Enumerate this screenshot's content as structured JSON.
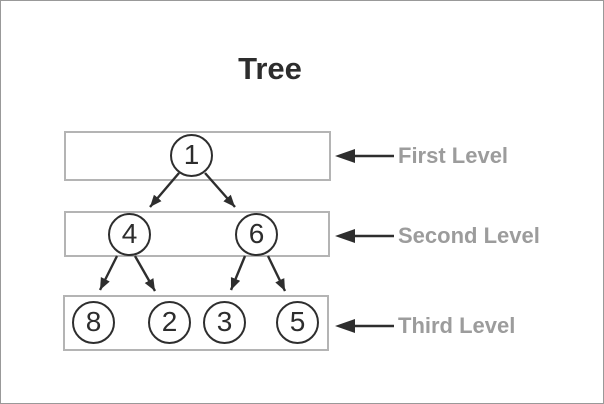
{
  "title": "Tree",
  "levels": [
    {
      "label": "First Level",
      "nodes": [
        "1"
      ]
    },
    {
      "label": "Second Level",
      "nodes": [
        "4",
        "6"
      ]
    },
    {
      "label": "Third Level",
      "nodes": [
        "8",
        "2",
        "3",
        "5"
      ]
    }
  ],
  "node_values": {
    "n1": "1",
    "n4": "4",
    "n6": "6",
    "n8": "8",
    "n2": "2",
    "n3": "3",
    "n5": "5"
  },
  "edges": [
    {
      "from": "1",
      "to": "4"
    },
    {
      "from": "1",
      "to": "6"
    },
    {
      "from": "4",
      "to": "8"
    },
    {
      "from": "4",
      "to": "2"
    },
    {
      "from": "6",
      "to": "3"
    },
    {
      "from": "6",
      "to": "5"
    }
  ],
  "colors": {
    "title_text": "#2d2d2d",
    "node_border": "#2e2e2e",
    "node_text": "#2d2d2d",
    "box_border": "#b4b4b4",
    "arrow": "#2e2e2e",
    "label_text": "#9c9c9c",
    "outer_border": "#999999",
    "background": "#ffffff"
  }
}
